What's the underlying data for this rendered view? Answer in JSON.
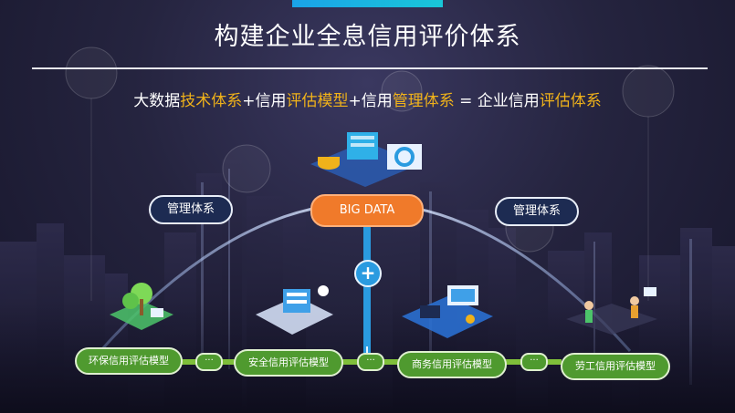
{
  "title": "构建企业全息信用评价体系",
  "formula": {
    "p1": "大数据",
    "h1": "技术体系",
    "p2": "+信用",
    "h2": "评估模型",
    "p3": "+信用",
    "h3": "管理体系",
    "p4": " = 企业信用",
    "h4": "评估体系"
  },
  "center_label": "BIG DATA",
  "plus_symbol": "+",
  "side_labels": [
    "管理体系",
    "管理体系"
  ],
  "models": [
    "环保信用评估模型",
    "安全信用评估模型",
    "商务信用评估模型",
    "劳工信用评估模型"
  ],
  "connector_text": "···",
  "colors": {
    "accent_orange": "#f07a2a",
    "highlight_yellow": "#f0b21a",
    "green": "#4f9a2f",
    "navy": "#1d2b52",
    "blue": "#2a9be0"
  }
}
